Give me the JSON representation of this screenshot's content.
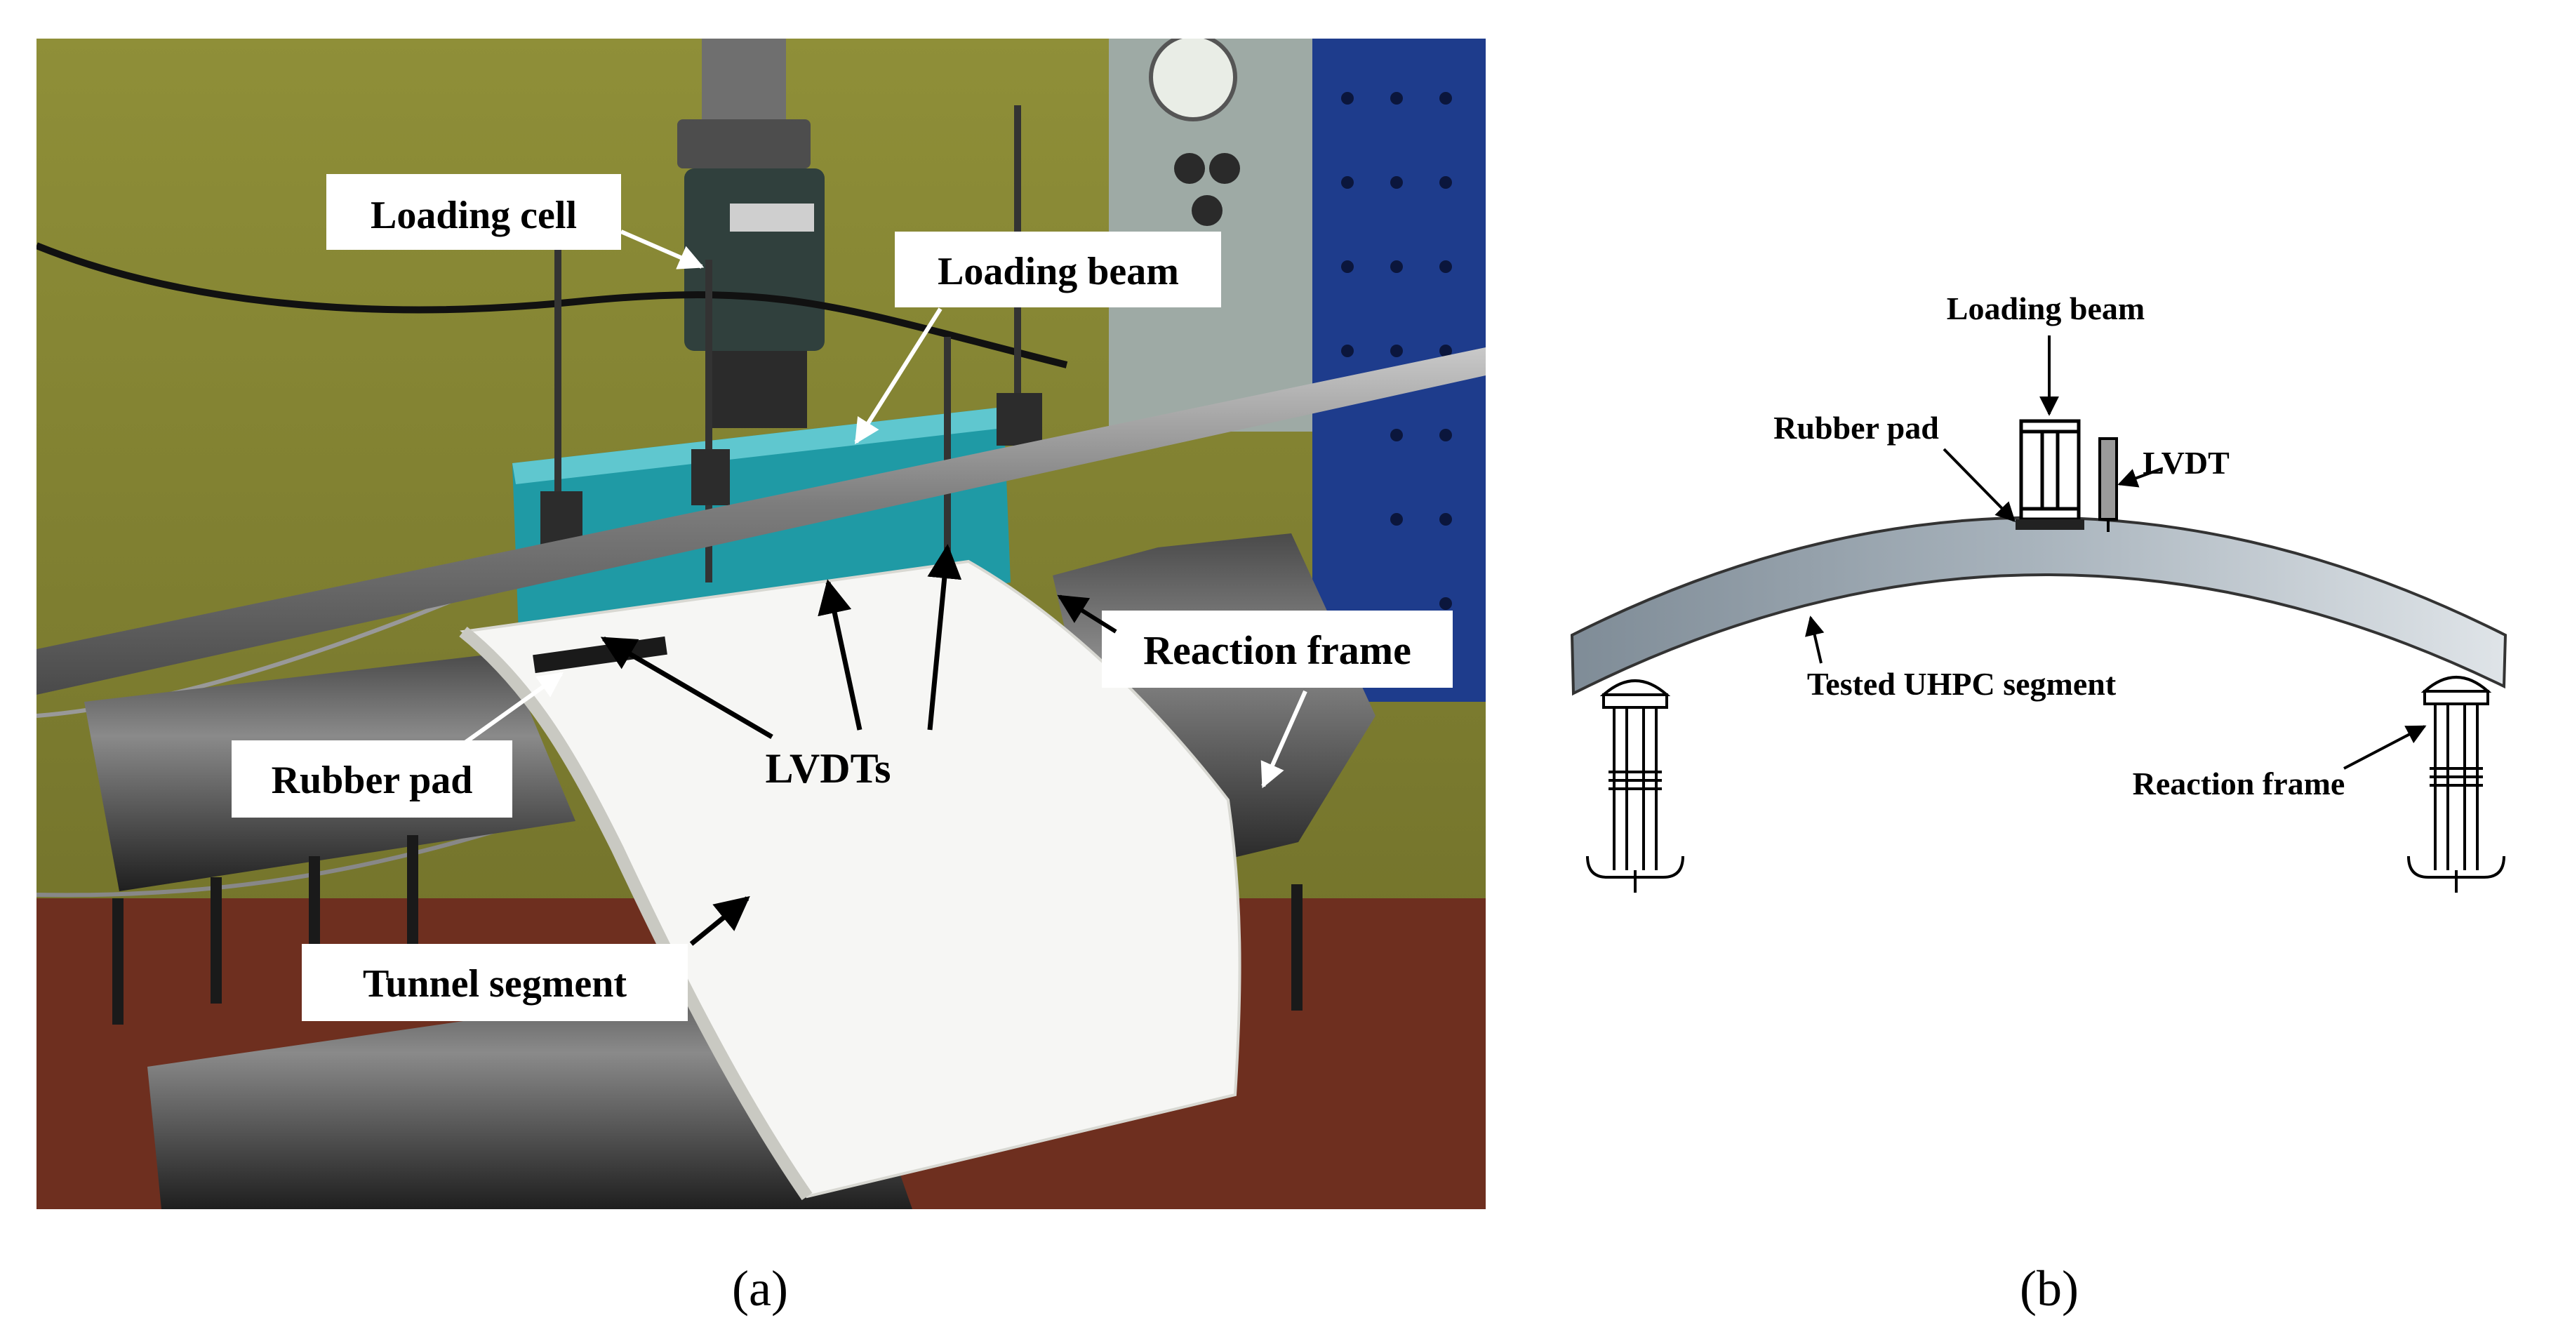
{
  "panel_a": {
    "labels": {
      "loading_cell": "Loading cell",
      "loading_beam": "Loading beam",
      "reaction_frame": "Reaction frame",
      "rubber_pad": "Rubber pad",
      "lvdts": "LVDTs",
      "tunnel_segment": "Tunnel segment"
    },
    "caption": "(a)"
  },
  "panel_b": {
    "labels": {
      "loading_beam": "Loading beam",
      "rubber_pad": "Rubber pad",
      "lvdt": "LVDT",
      "tested_segment": "Tested UHPC segment",
      "reaction_frame": "Reaction frame"
    },
    "caption": "(b)"
  },
  "colors": {
    "wall_olive": "#8a8a32",
    "frame_blue": "#1e3c8c",
    "beam_teal": "#1f9aa5",
    "segment_white": "#f6f6f4",
    "segment_gray_dark": "#8e9ba6",
    "segment_gray_light": "#d3d9de"
  }
}
